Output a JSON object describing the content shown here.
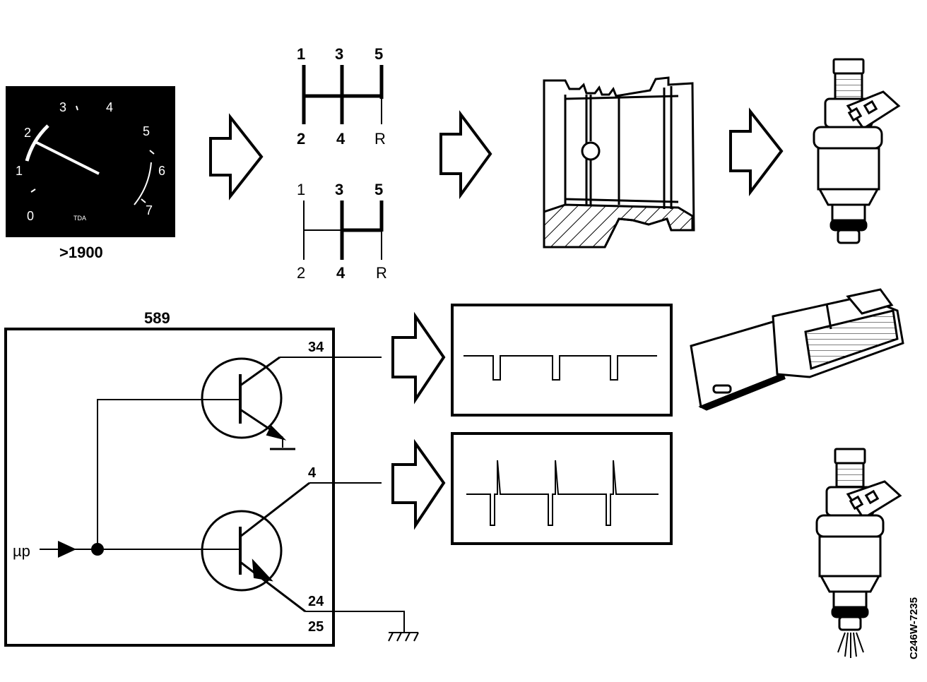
{
  "tachometer": {
    "rpm_threshold": ">1900",
    "dial_numbers": [
      "0",
      "1",
      "2",
      "3",
      "4",
      "5",
      "6",
      "7"
    ],
    "unit": "TDA"
  },
  "shift_pattern_top": {
    "top_labels": [
      "1",
      "3",
      "5"
    ],
    "bottom_labels": [
      "2",
      "4",
      "R"
    ]
  },
  "shift_pattern_bottom": {
    "top_labels": [
      "1",
      "3",
      "5"
    ],
    "bottom_labels": [
      "2",
      "4",
      "R"
    ]
  },
  "ecu": {
    "module_number": "589",
    "input_label": "µp",
    "pins": {
      "upper_collector": "34",
      "lower_collector": "4",
      "lower_emitter": "24",
      "ground": "25"
    }
  },
  "figure_code": "C246W-7235",
  "colors": {
    "ink": "#000000",
    "panel": "#000000",
    "paper": "#ffffff"
  }
}
